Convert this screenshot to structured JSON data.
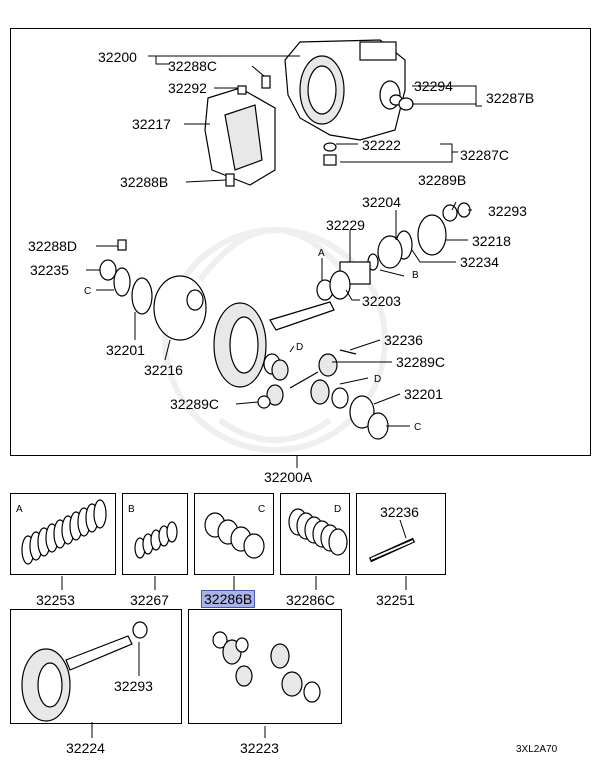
{
  "labels": {
    "p32200": "32200",
    "p32288C": "32288C",
    "p32292": "32292",
    "p32217": "32217",
    "p32288B": "32288B",
    "p32294": "32294",
    "p32287B": "32287B",
    "p32222": "32222",
    "p32287C": "32287C",
    "p32289B": "32289B",
    "p32204": "32204",
    "p32293a": "32293",
    "p32229": "32229",
    "p32218": "32218",
    "p32234": "32234",
    "p32288D": "32288D",
    "p32235": "32235",
    "p32203": "32203",
    "p32201a": "32201",
    "p32216": "32216",
    "p32236a": "32236",
    "p32289C_a": "32289C",
    "p32289C_b": "32289C",
    "p32201b": "32201",
    "p32200A": "32200A",
    "refA1": "A",
    "refB1": "B",
    "refC1": "C",
    "refC2": "C",
    "refD1": "D",
    "refD2": "D"
  },
  "kits": [
    {
      "letter": "A",
      "part": "32253"
    },
    {
      "letter": "B",
      "part": "32267"
    },
    {
      "letter": "C",
      "part": "32286B"
    },
    {
      "letter": "D",
      "part": "32286C"
    },
    {
      "letter": "",
      "part": "32251",
      "inner": "32236"
    }
  ],
  "bottom": {
    "gear_set": "32224",
    "gear_nut": "32293",
    "pinion_set": "32223"
  },
  "code": "3XL2A70",
  "colors": {
    "highlight": "#a9b3e8"
  }
}
